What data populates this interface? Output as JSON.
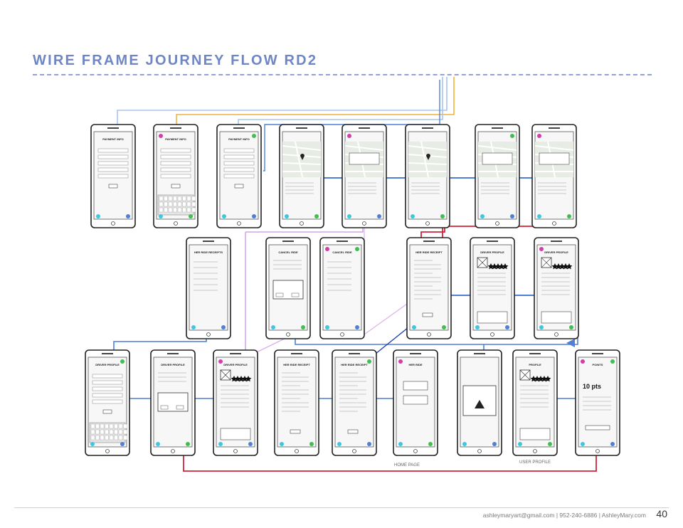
{
  "header": {
    "title": "WIRE FRAME JOURNEY FLOW RD2"
  },
  "rows": [
    {
      "screens": [
        {
          "title": "PAYMENT INFO",
          "style": "form"
        },
        {
          "title": "PAYMENT INFO",
          "style": "keyboard"
        },
        {
          "title": "PAYMENT INFO",
          "style": "form"
        },
        {
          "title": "",
          "style": "map"
        },
        {
          "title": "",
          "style": "map-popup"
        },
        {
          "title": "",
          "style": "map"
        },
        {
          "title": "",
          "style": "map-popup"
        },
        {
          "title": "",
          "style": "map-popup"
        }
      ]
    },
    {
      "screens": [
        {
          "title": "HER RIDE RECEIPTS",
          "style": "list"
        },
        {
          "title": "CANCEL RIDE",
          "style": "dialog"
        },
        {
          "title": "CANCEL RIDE",
          "style": "list"
        },
        {
          "title": "HER RIDE RECEIPT",
          "style": "receipt"
        },
        {
          "title": "DRIVER PROFILE",
          "style": "profile"
        },
        {
          "title": "DRIVER PROFILE",
          "style": "profile"
        }
      ]
    },
    {
      "screens": [
        {
          "title": "DRIVER PROFILE",
          "style": "keyboard"
        },
        {
          "title": "DRIVER PROFILE",
          "style": "dialog"
        },
        {
          "title": "DRIVER PROFILE",
          "style": "profile"
        },
        {
          "title": "HER RIDE RECEIPT",
          "style": "receipt"
        },
        {
          "title": "HER RIDE RECEIPT",
          "style": "receipt"
        },
        {
          "title": "HER RIDE",
          "style": "home"
        },
        {
          "title": "",
          "style": "warning"
        },
        {
          "title": "PROFILE",
          "style": "profile"
        },
        {
          "title": "POINTS",
          "style": "points"
        }
      ]
    }
  ],
  "points": {
    "value": "10 pts"
  },
  "labels": {
    "home_page": "HOME PAGE",
    "user_profile": "USER PROFILE"
  },
  "footer": {
    "contact": "ashleymaryart@gmail.com | 952-240-6886 | AshleyMary.com",
    "page_number": "40"
  },
  "colors": {
    "title": "#6f86c4",
    "blue": "#4f7fd6",
    "lightblue": "#a9c4ee",
    "orange": "#f0b43a",
    "red": "#d2233a",
    "lavender": "#d8b2ea",
    "pink": "#d43bab",
    "green": "#3fbf4f",
    "cyan": "#3cc8e0",
    "navy": "#1c3fb8"
  }
}
